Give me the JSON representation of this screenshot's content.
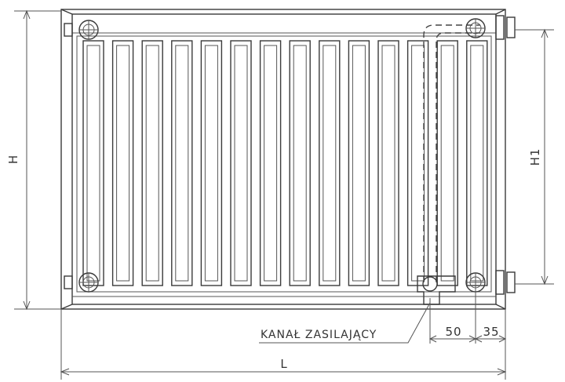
{
  "diagram": {
    "dimensions": {
      "height": "H",
      "connection_height": "H1",
      "length": "L",
      "offset_supply": "50",
      "offset_edge": "35"
    },
    "callout": "KANAŁ ZASILAJĄCY",
    "panel_count": 14,
    "colors": {
      "line": "#3a3a3a",
      "background": "#ffffff"
    }
  }
}
